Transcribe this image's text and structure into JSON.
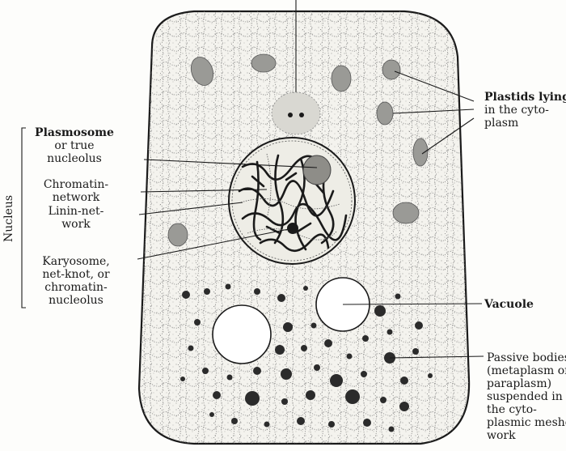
{
  "labels": {
    "plastids_line1": "Plastids lying",
    "plastids_line2": "in the cyto-",
    "plastids_line3": "plasm",
    "plasmosome_line1": "Plasmosome",
    "plasmosome_line2": "or true",
    "plasmosome_line3": "nucleolus",
    "chromatin_line1": "Chromatin-",
    "chromatin_line2": "network",
    "linin_line1": "Linin-net-",
    "linin_line2": "work",
    "karyosome_line1": "Karyosome,",
    "karyosome_line2": "net-knot, or",
    "karyosome_line3": "chromatin-",
    "karyosome_line4": "nucleolus",
    "nucleus_side": "Nucleus",
    "vacuole": "Vacuole",
    "passive_line1": "Passive bodies",
    "passive_line2": "(metaplasm or",
    "passive_line3": "paraplasm)",
    "passive_line4": "suspended in",
    "passive_line5": "the cyto-",
    "passive_line6": "plasmic meshe",
    "passive_line7": "work"
  },
  "colors": {
    "ink": "#1a1a1a",
    "cell_fill": "#f4f3ee",
    "plastid_fill": "#9a9a96"
  }
}
